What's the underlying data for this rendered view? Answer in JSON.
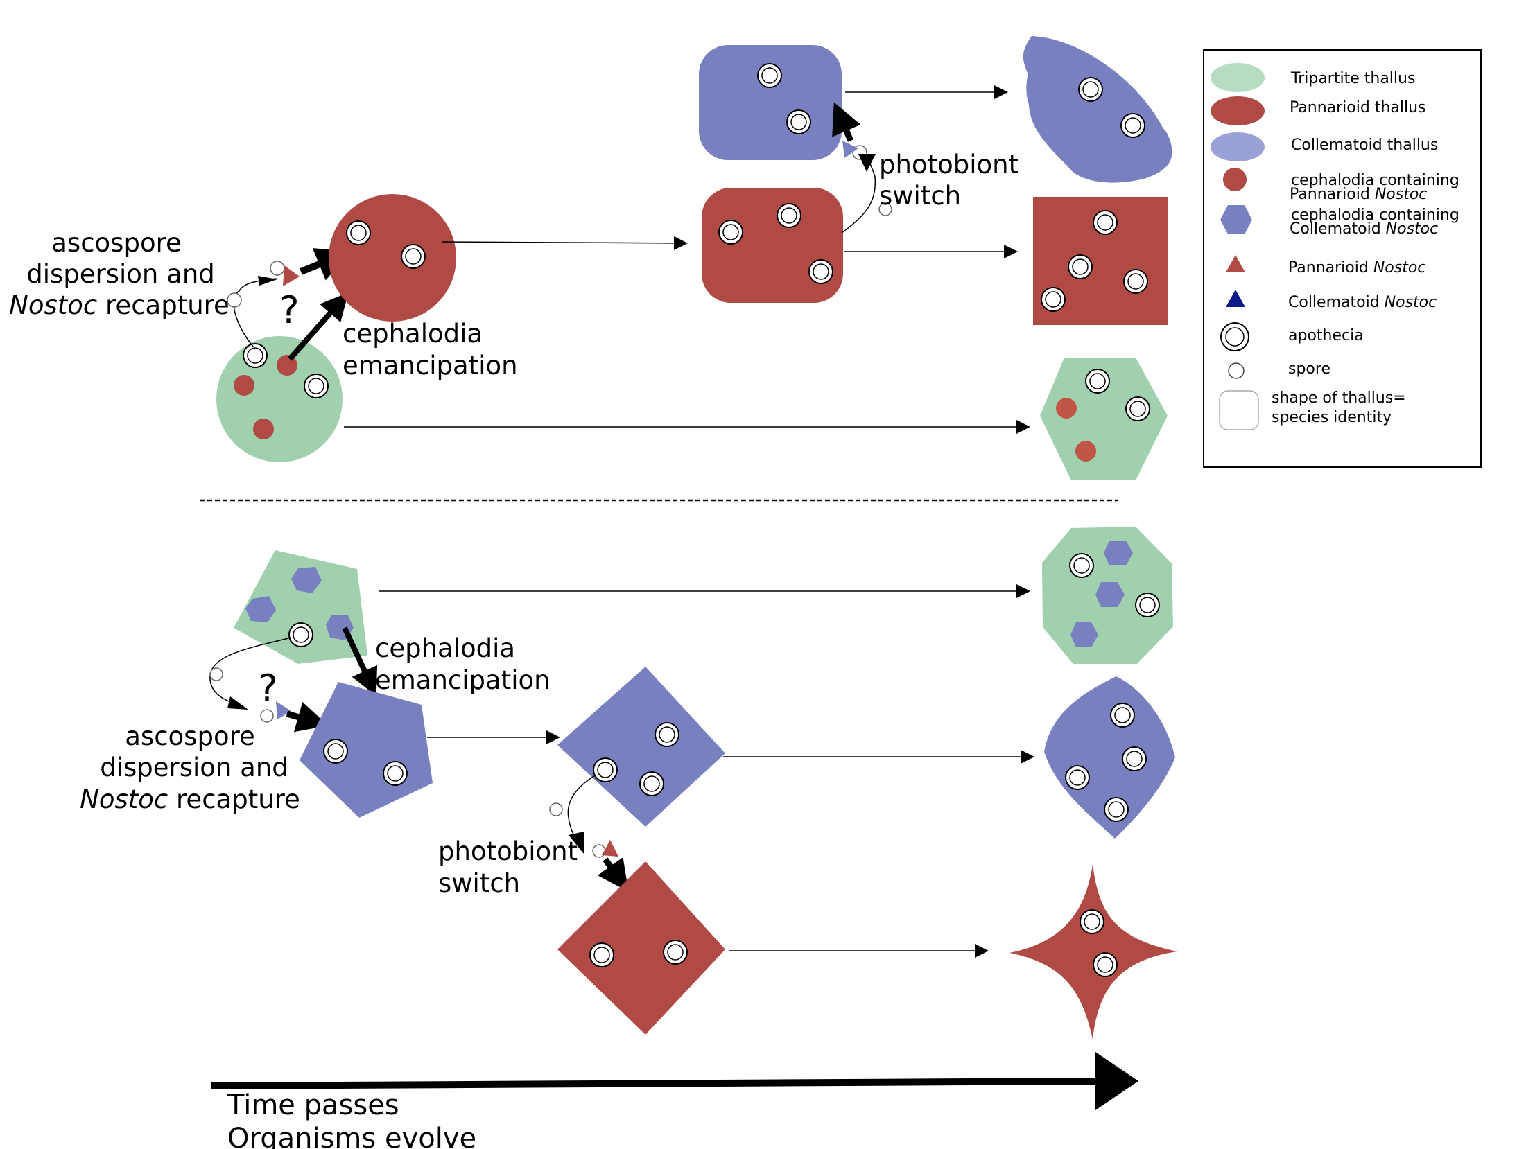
{
  "colors": {
    "tripartite": "#a0d0ae",
    "pannarioid": "#b04a45",
    "collematoid": "#7880bf",
    "collematoid_legend": "#9aa1d6",
    "tripartite_legend": "#b6dcc2",
    "collematoid_nostoc": "#0a1a8a",
    "cephalodia_small": "#c05548"
  },
  "top": {
    "ascospore_line1": "ascospore",
    "ascospore_line2": "dispersion and",
    "ascospore_line3_italic": "Nostoc",
    "ascospore_line3_rest": " recapture",
    "question": "?",
    "cephalodia_line1": "cephalodia",
    "cephalodia_line2": "emancipation",
    "photobiont_line1": "photobiont",
    "photobiont_line2": "switch"
  },
  "bottom": {
    "ascospore_line1": "ascospore",
    "ascospore_line2": "dispersion and",
    "ascospore_line3_italic": "Nostoc",
    "ascospore_line3_rest": " recapture",
    "question": "?",
    "cephalodia_line1": "cephalodia",
    "cephalodia_line2": "emancipation",
    "photobiont_line1": "photobiont",
    "photobiont_line2": "switch"
  },
  "legend": {
    "tripartite": "Tripartite thallus",
    "pannarioid": "Pannarioid thallus",
    "collematoid": "Collematoid thallus",
    "ceph_pan_line1": "cephalodia containing",
    "ceph_pan_line2_prefix": "Pannarioid ",
    "ceph_pan_line2_italic": "Nostoc",
    "ceph_col_line1": "cephalodia containing",
    "ceph_col_line2_prefix": "Collematoid ",
    "ceph_col_line2_italic": "Nostoc",
    "pan_nostoc_prefix": "Pannarioid ",
    "pan_nostoc_italic": "Nostoc",
    "col_nostoc_prefix": "Collematoid ",
    "col_nostoc_italic": "Nostoc",
    "apothecia": "apothecia",
    "spore": "spore",
    "shape_line1": "shape of thallus=",
    "shape_line2": "species identity"
  },
  "timeline": {
    "line1": "Time passes",
    "line2": "Organisms evolve"
  }
}
